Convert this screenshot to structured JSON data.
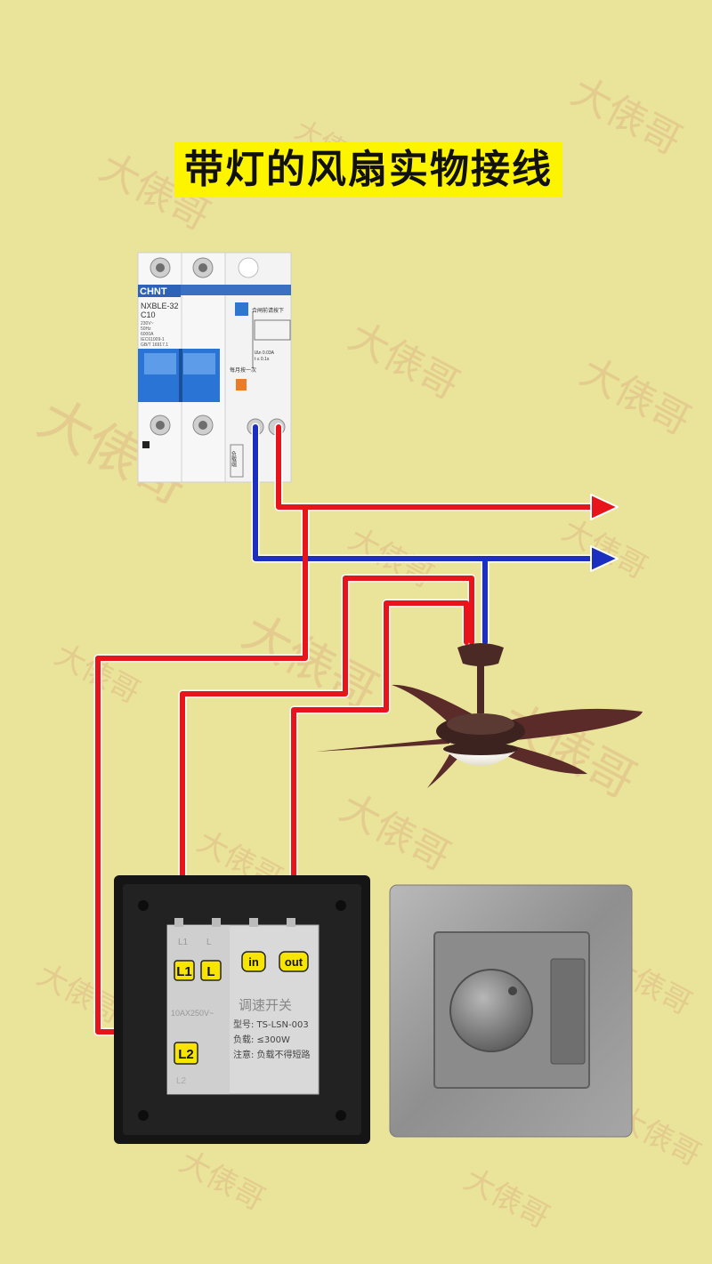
{
  "title": "带灯的风扇实物接线",
  "watermark": "大俵哥",
  "breaker": {
    "brand": "CHNT",
    "model": "NXBLE-32",
    "rating": "C10",
    "spec_lines": [
      "230V~",
      "50Hz",
      "6000A",
      "IEC61009-1",
      "GB/T 16917.1"
    ],
    "test_note": "合闸前请按下",
    "test_note_2": "每月按一次",
    "leak_spec": "IΔn 0.03A",
    "leak_time": "t ≤ 0.1s",
    "load_side": "负载端"
  },
  "switch": {
    "terminals": [
      "L1",
      "L",
      "in",
      "out",
      "L2"
    ],
    "top_labels": [
      "L1",
      "L"
    ],
    "rating": "10AX250V~",
    "name": "调速开关",
    "model": "型号: TS-LSN-003",
    "load": "负载: ≤300W",
    "note": "注意: 负载不得短路",
    "bottom_label": "L2"
  },
  "wire_colors": {
    "live": "#e8141b",
    "neutral": "#1d2fbf"
  },
  "icons": [
    "arrow-right-icon",
    "ceiling-fan-icon",
    "dimmer-knob-icon"
  ]
}
